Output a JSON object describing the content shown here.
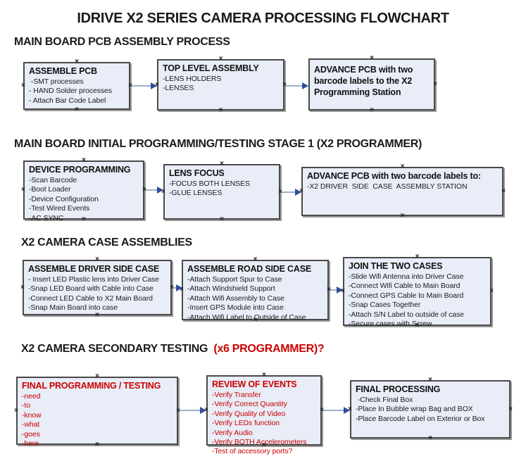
{
  "title": "IDRIVE X2  SERIES CAMERA PROCESSING FLOWCHART",
  "icons": {
    "connection_marker": "×",
    "arrowhead": "right-arrowhead"
  },
  "colors": {
    "box_fill": "#e8edf7",
    "box_border": "#4a4a4a",
    "arrow_line": "#9bafce",
    "arrow_head": "#2e4e9e",
    "red": "#cc0000"
  },
  "sections": [
    {
      "header": "MAIN BOARD PCB ASSEMBLY PROCESS",
      "header_red": "",
      "boxes": [
        {
          "title": "ASSEMBLE PCB",
          "items": [
            " -SMT processes",
            "- HAND Solder processes",
            "- Attach Bar Code Label"
          ]
        },
        {
          "title": "TOP LEVEL ASSEMBLY",
          "items": [
            "-LENS HOLDERS",
            "-LENSES"
          ]
        },
        {
          "title": "ADVANCE PCB with two barcode labels to the  X2 Programming Station",
          "items": []
        }
      ]
    },
    {
      "header": "MAIN BOARD INITIAL PROGRAMMING/TESTING STAGE 1 (X2 PROGRAMMER)",
      "header_red": "",
      "boxes": [
        {
          "title": "DEVICE PROGRAMMING",
          "items": [
            "-Scan Barcode",
            "-Boot Loader",
            "-Device Configuration",
            "-Test Wired Events",
            "-AC SYNC"
          ]
        },
        {
          "title": "LENS FOCUS",
          "items": [
            "-FOCUS BOTH LENSES",
            "-GLUE LENSES"
          ]
        },
        {
          "title": "ADVANCE PCB with two barcode labels to:",
          "items": [
            "-X2 DRIVER  SIDE  CASE  ASSEMBLY STATION"
          ]
        }
      ]
    },
    {
      "header": "X2 CAMERA CASE ASSEMBLIES",
      "header_red": "",
      "boxes": [
        {
          "title": "ASSEMBLE DRIVER SIDE CASE",
          "items": [
            "- Insert LED Plastic lens into Driver Case",
            "-Snap LED Board with Cable into Case",
            "-Connect LED Cable to X2 Main Board",
            "-Snap Main Board into case"
          ]
        },
        {
          "title": "ASSEMBLE ROAD SIDE CASE",
          "items": [
            "-Attach Support Spur to Case",
            "-Attach Windshield Support",
            "-Attach Wifi Assembly to Case",
            "-Insert GPS Module into Case",
            "-Attach Wifi Label to Outside of Case"
          ]
        },
        {
          "title": "JOIN THE TWO CASES",
          "items": [
            "-Slide Wifi Antenna into Driver Case",
            "-Connect Wifi Cable to Main Board",
            "-Connect GPS Cable to Main Board",
            "-Snap Cases Together",
            "-Attach S/N Label to outside of case",
            "-Secure cases with Screw"
          ]
        }
      ]
    },
    {
      "header": "X2 CAMERA SECONDARY TESTING  ",
      "header_red": "(x6 PROGRAMMER)?",
      "boxes": [
        {
          "title": "FINAL PROGRAMMING / TESTING",
          "items": [
            "-need",
            "-to",
            "-know",
            "-what",
            "-goes",
            "-here"
          ]
        },
        {
          "title": "REVIEW OF EVENTS",
          "items": [
            "-Verify Transfer",
            "-Verify Correct Quantity",
            "-Verify Quality of Video",
            "-Verify LEDs function",
            "-Verify Audio",
            "-Verify BOTH Accelerometers",
            "-Test of accessory ports?"
          ]
        },
        {
          "title": "FINAL PROCESSING",
          "items": [
            " -Check Final Box",
            "-Place In Bubble wrap Bag and BOX",
            "-Place Barcode Label on Exterior or Box"
          ]
        }
      ]
    }
  ]
}
